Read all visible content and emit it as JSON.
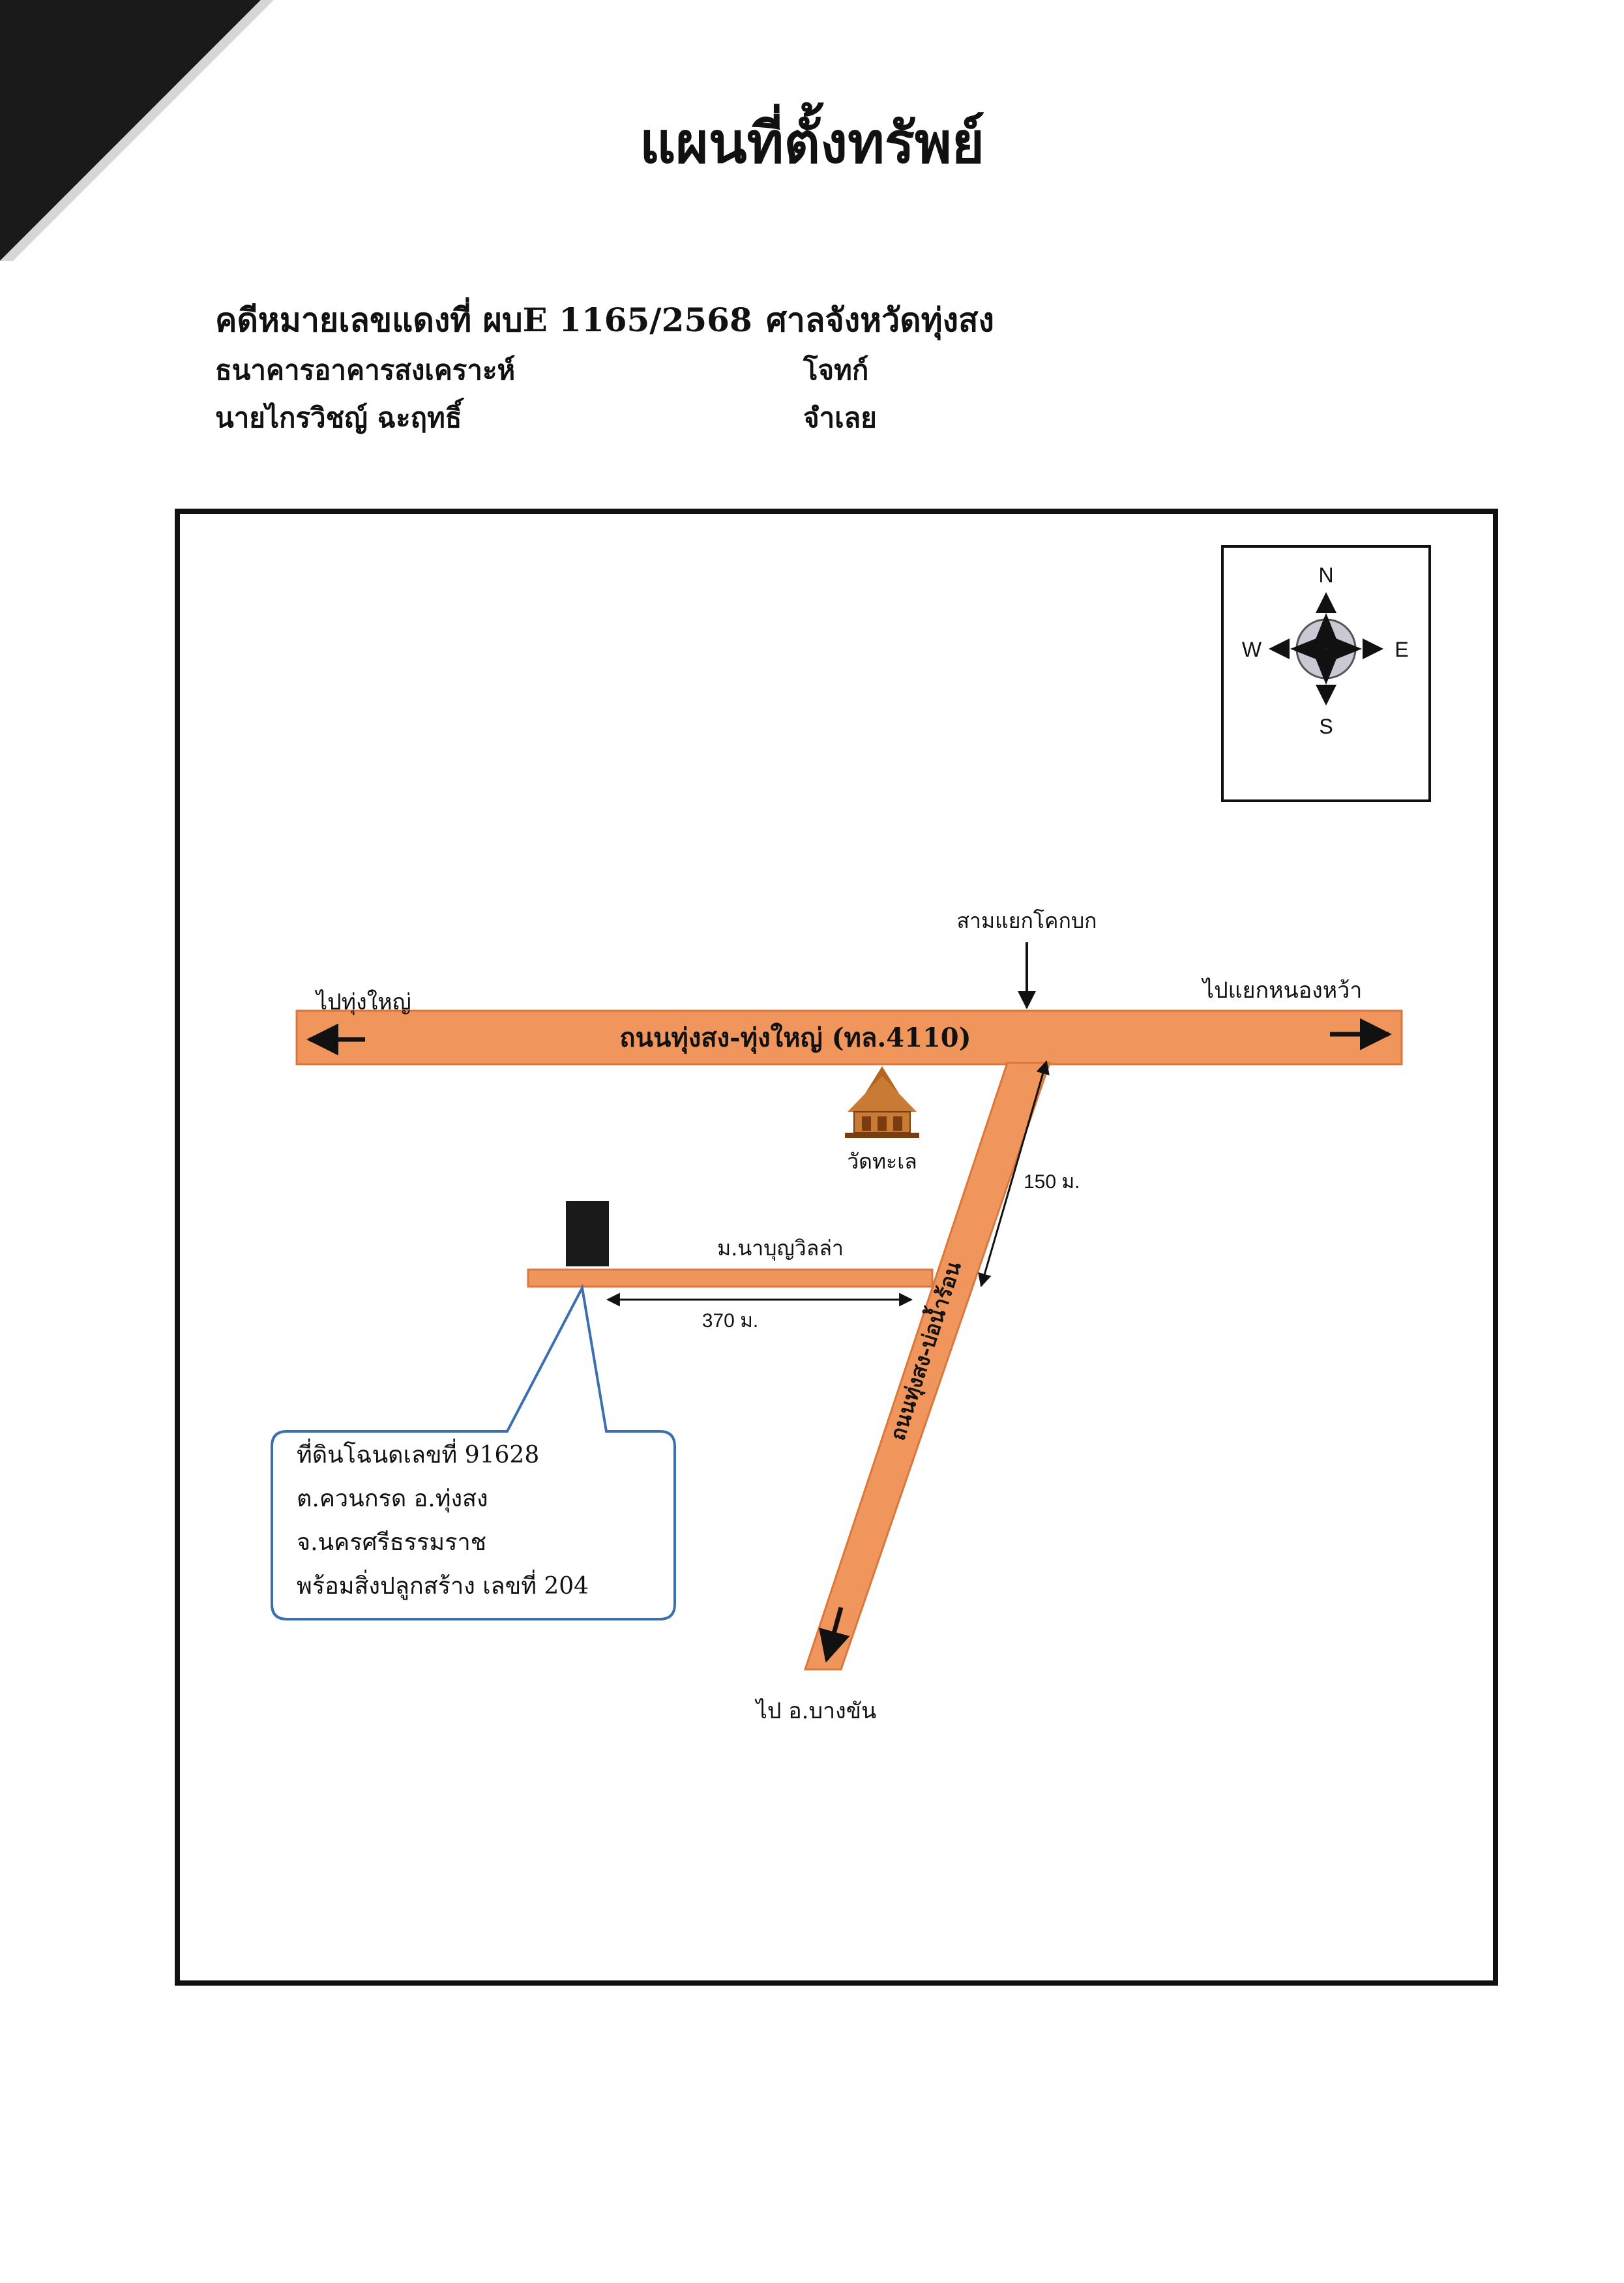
{
  "title": "แผนที่ตั้งทรัพย์",
  "case": {
    "number_label": "คดีหมายเลขแดงที่ ผบE 1165/2568",
    "court": "ศาลจังหวัดทุ่งสง",
    "plaintiff_name": "ธนาคารอาคารสงเคราะห์",
    "plaintiff_role": "โจทก์",
    "defendant_name": "นายไกรวิชญ์ ฉะฤทธิ์",
    "defendant_role": "จำเลย"
  },
  "compass": {
    "n": "N",
    "s": "S",
    "e": "E",
    "w": "W"
  },
  "map": {
    "main_road": "ถนนทุ่งสง-ทุ่งใหญ่ (ทล.4110)",
    "to_left": "ไปทุ่งใหญ่",
    "to_right": "ไปแยกหนองหว้า",
    "junction": "สามแยกโคกบก",
    "temple": "วัดทะเล",
    "side_road": "ถนนทุ่งสง-บ่อน้ำร้อน",
    "distance_side": "150 ม.",
    "village": "ม.นาบุญวิลล่า",
    "distance_village": "370 ม.",
    "to_south": "ไป อ.บางขัน",
    "property_lines": [
      "ที่ดินโฉนดเลขที่ 91628",
      "ต.ควนกรด อ.ทุ่งสง",
      "จ.นครศรีธรรมราช",
      "พร้อมสิ่งปลูกสร้าง เลขที่ 204"
    ]
  },
  "colors": {
    "road": "#f0955c",
    "road_edge": "#d9773d",
    "temple": "#b5651d",
    "property": "#1a1a1a",
    "callout_border": "#3b6fb0"
  }
}
